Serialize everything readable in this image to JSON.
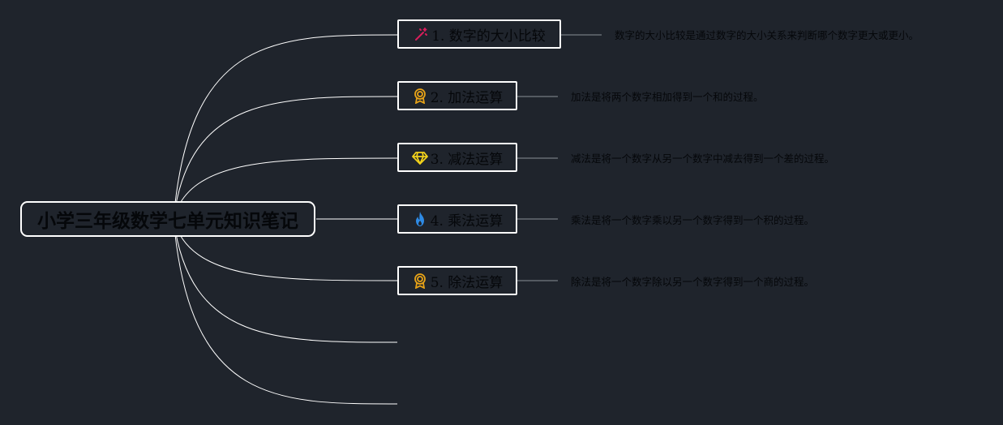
{
  "root": {
    "label": "小学三年级数学七单元知识笔记"
  },
  "branches": [
    {
      "label": "1. 数字的大小比较",
      "icon": "magic-wand-icon",
      "icon_color": "#d81e5b",
      "note": "数字的大小比较是通过数字的大小关系来判断哪个数字更大或更小。"
    },
    {
      "label": "2. 加法运算",
      "icon": "medal-icon",
      "icon_color": "#e8a317",
      "note": "加法是将两个数字相加得到一个和的过程。"
    },
    {
      "label": "3. 减法运算",
      "icon": "diamond-icon",
      "icon_color": "#f2d21b",
      "note": "减法是将一个数字从另一个数字中减去得到一个差的过程。"
    },
    {
      "label": "4. 乘法运算",
      "icon": "flame-icon",
      "icon_color": "#2e8be6",
      "note": "乘法是将一个数字乘以另一个数字得到一个积的过程。"
    },
    {
      "label": "5. 除法运算",
      "icon": "medal-icon",
      "icon_color": "#e8a317",
      "note": "除法是将一个数字除以另一个数字得到一个商的过程。"
    }
  ],
  "colors": {
    "background": "#1f242c",
    "line": "#ffffff",
    "text": "#05070a",
    "note_connector": "#8a8f96"
  }
}
